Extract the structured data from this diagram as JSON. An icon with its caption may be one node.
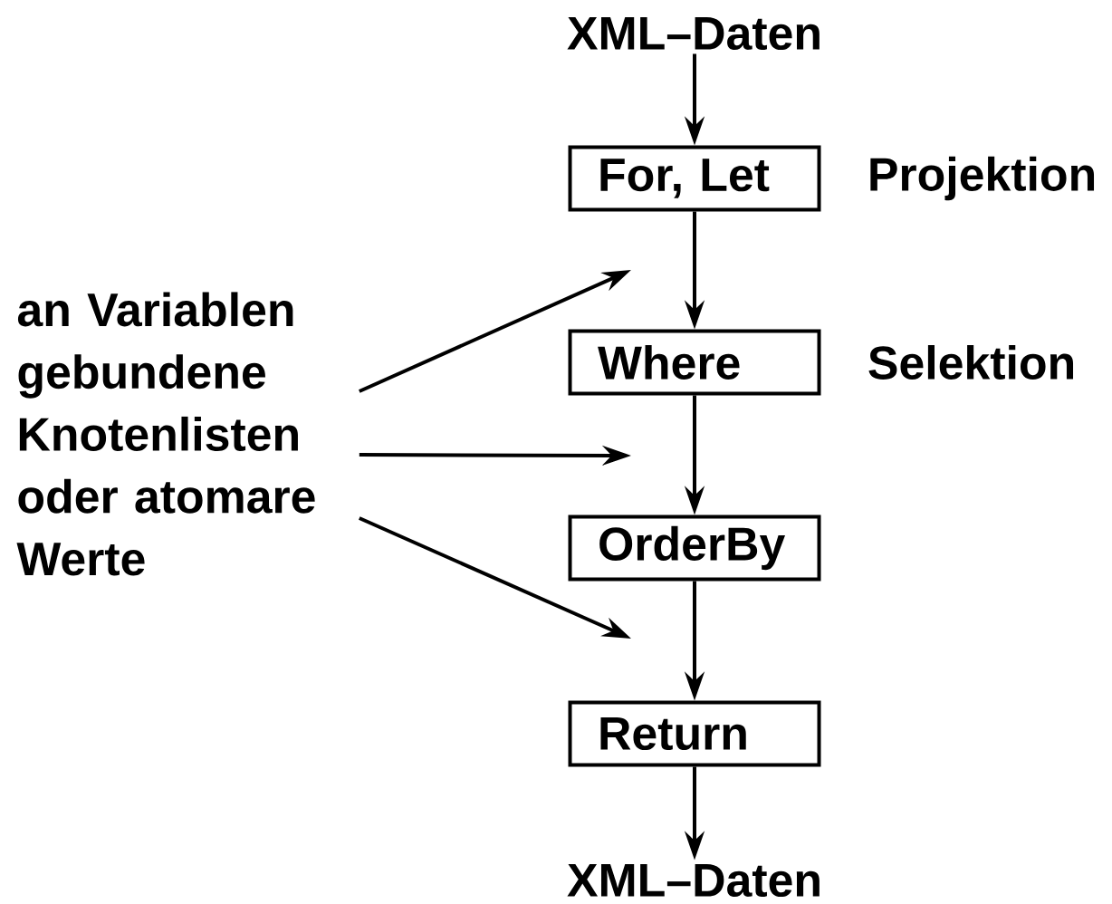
{
  "diagram": {
    "nodes": [
      {
        "text": [
          "XML–Daten"
        ]
      },
      {
        "text": [
          "For, Let"
        ],
        "beside": [
          "Projektion"
        ]
      },
      {
        "text": [
          "Where"
        ],
        "beside": [
          "Selektion"
        ]
      },
      {
        "text": [
          "OrderBy"
        ]
      },
      {
        "text": [
          "Return"
        ]
      },
      {
        "text": [
          "XML–Daten"
        ]
      },
      {
        "text": [
          "an Variablen gebundene Knotenlisten oder atomare Werte"
        ]
      }
    ],
    "edges": [
      {
        "from": 0,
        "to": 1,
        "arrow": "to"
      },
      {
        "from": 1,
        "to": 2,
        "arrow": "to"
      },
      {
        "from": 2,
        "to": 3,
        "arrow": "to"
      },
      {
        "from": 3,
        "to": 4,
        "arrow": "to"
      },
      {
        "from": 4,
        "to": 5,
        "arrow": "to"
      },
      {
        "from": 6,
        "to": null,
        "arrow": "to"
      },
      {
        "from": 6,
        "to": null,
        "arrow": "to"
      },
      {
        "from": 6,
        "to": null,
        "arrow": "to"
      }
    ]
  }
}
